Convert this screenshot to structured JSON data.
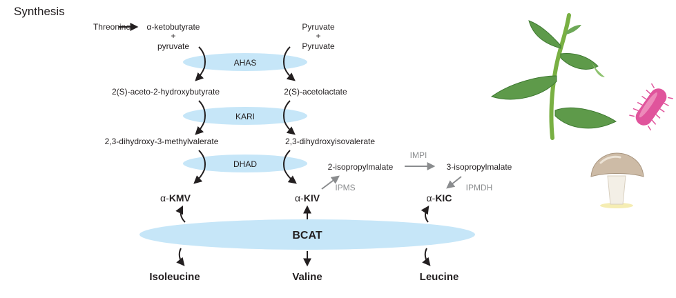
{
  "title": "Synthesis",
  "colors": {
    "enzyme_fill": "#c6e6f8",
    "text": "#231f20",
    "gray": "#8a8c8e",
    "leaf": "#5e9a4a",
    "stem": "#79b043",
    "bacterium": "#e0549c",
    "mushroom_cap": "#cdbba6"
  },
  "pathway": {
    "threonine": "Threonine",
    "ketobutyrate": "α-ketobutyrate",
    "plus_left": "+",
    "pyruvate_lower": "pyruvate",
    "pyruvate_upper": "Pyruvate",
    "plus_right": "+",
    "pyruvate_upper_2": "Pyruvate",
    "acetohydroxy": "2(S)-aceto-2-hydroxybutyrate",
    "acetolactate": "2(S)-acetolactate",
    "dihydroxy_methylvalerate": "2,3-dihydroxy-3-methylvalerate",
    "dihydroxyisovalerate": "2,3-dihydroxyisovalerate",
    "isopropylmalate_2": "2-isopropylmalate",
    "isopropylmalate_3": "3-isopropylmalate",
    "kmv_prefix": "α-",
    "kmv": "KMV",
    "kiv_prefix": "α-",
    "kiv": "KIV",
    "kic_prefix": "α-",
    "kic": "KIC",
    "isoleucine": "Isoleucine",
    "valine": "Valine",
    "leucine": "Leucine"
  },
  "enzymes": {
    "ahas": "AHAS",
    "kari": "KARI",
    "dhad": "DHAD",
    "bcat": "BCAT",
    "impi": "IMPI",
    "ipms": "IPMS",
    "ipmdh": "IPMDH"
  },
  "organism_icons": [
    "plant-icon",
    "bacterium-icon",
    "mushroom-icon"
  ]
}
